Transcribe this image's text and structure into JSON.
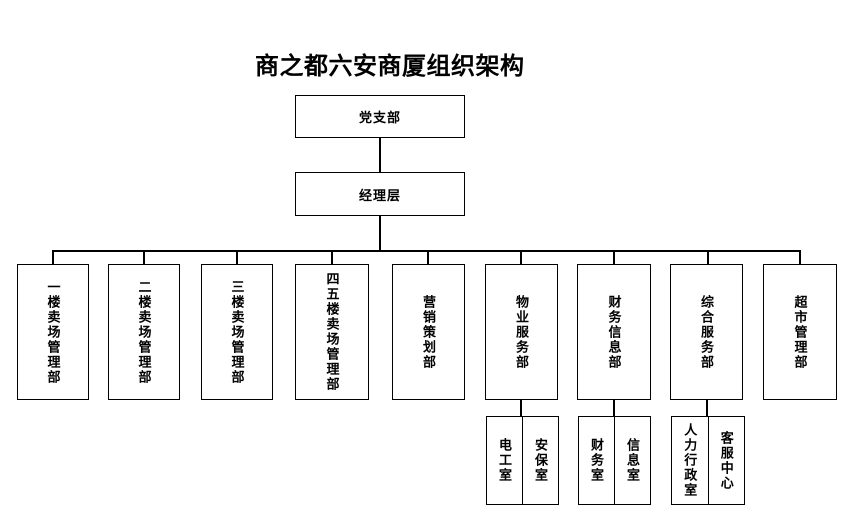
{
  "title": "商之都六安商厦组织架构",
  "org": {
    "root": {
      "label": "党支部"
    },
    "level2": {
      "label": "经理层"
    },
    "departments": [
      {
        "label": "一楼卖场管理部"
      },
      {
        "label": "二楼卖场管理部"
      },
      {
        "label": "三楼卖场管理部"
      },
      {
        "label": "四五楼卖场管理部"
      },
      {
        "label": "营销策划部"
      },
      {
        "label": "物业服务部"
      },
      {
        "label": "财务信息部"
      },
      {
        "label": "综合服务部"
      },
      {
        "label": "超市管理部"
      }
    ],
    "subgroups": [
      {
        "parent": "物业服务部",
        "left": "电工室",
        "right": "安保室"
      },
      {
        "parent": "财务信息部",
        "left": "财务室",
        "right": "信息室"
      },
      {
        "parent": "综合服务部",
        "left": "人力行政室",
        "right": "客服中心"
      }
    ],
    "line_color": "#000000",
    "box_background": "#ffffff"
  }
}
